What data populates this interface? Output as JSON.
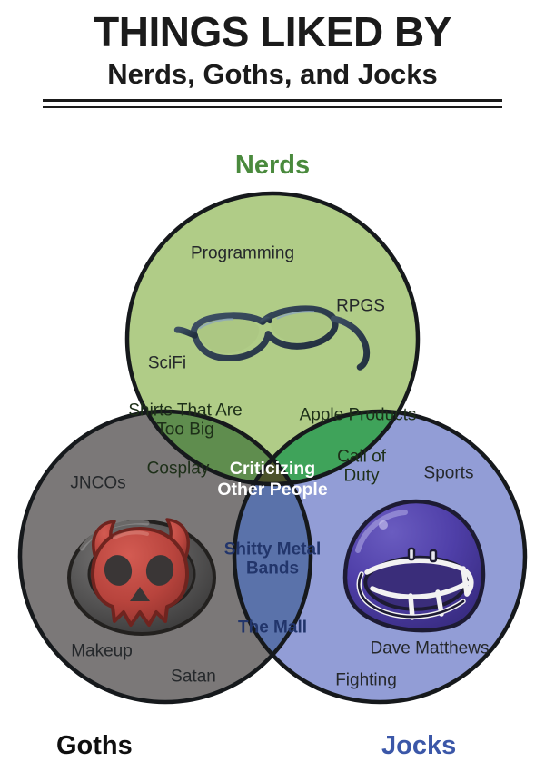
{
  "header": {
    "title_main": "THINGS LIKED BY",
    "title_sub": "Nerds, Goths, and Jocks"
  },
  "colors": {
    "nerds_fill": "#b0cc87",
    "goths_fill": "#7b7878",
    "jocks_fill": "#929dd6",
    "nerds_goths_fill": "#5f8d4e",
    "nerds_jocks_fill": "#3fa35a",
    "goths_jocks_fill": "#5a72aa",
    "center_fill": "#4b512b",
    "outline": "#16191c",
    "nerds_title": "#4a8a3d",
    "goths_title": "#0f0f0f",
    "jocks_title": "#3b57a8"
  },
  "venn": {
    "circles": [
      {
        "key": "nerds",
        "title": "Nerds"
      },
      {
        "key": "goths",
        "title": "Goths"
      },
      {
        "key": "jocks",
        "title": "Jocks"
      }
    ],
    "regions": {
      "nerds_only": {
        "name": "Nerds",
        "items": [
          "Programming",
          "RPGS",
          "SciFi"
        ]
      },
      "goths_only": {
        "name": "Goths",
        "items": [
          "JNCOs",
          "Makeup",
          "Satan"
        ]
      },
      "jocks_only": {
        "name": "Jocks",
        "items": [
          "Sports",
          "Dave Matthews",
          "Fighting"
        ]
      },
      "nerds_goths": {
        "name": "Nerds and Goths",
        "items": [
          "Shirts That Are Too Big",
          "Cosplay"
        ]
      },
      "nerds_jocks": {
        "name": "Nerds and Jocks",
        "items": [
          "Apple Products",
          "Call of Duty"
        ]
      },
      "goths_jocks": {
        "name": "Goths and Jocks",
        "items": [
          "Shitty Metal Bands",
          "The Mall"
        ]
      },
      "all_three": {
        "name": "Nerds, Goths and Jocks",
        "items": [
          "Criticizing Other People"
        ]
      }
    },
    "labels": {
      "programming": "Programming",
      "rpgs": "RPGS",
      "scifi": "SciFi",
      "shirts_line1": "Shirts That Are",
      "shirts_line2": "Too Big",
      "cosplay": "Cosplay",
      "apple_products": "Apple Products",
      "call_of_line1": "Call of",
      "call_of_line2": "Duty",
      "criticizing_line1": "Criticizing",
      "criticizing_line2": "Other People",
      "jncos": "JNCOs",
      "makeup": "Makeup",
      "satan": "Satan",
      "sports": "Sports",
      "dave_matthews": "Dave Matthews",
      "fighting": "Fighting",
      "metal_line1": "Shitty Metal",
      "metal_line2": "Bands",
      "the_mall": "The Mall"
    },
    "illustrations": [
      {
        "name": "eyeglasses-illustration",
        "region": "nerds_only"
      },
      {
        "name": "devil-skull-ring-illustration",
        "region": "goths_only"
      },
      {
        "name": "football-helmet-illustration",
        "region": "jocks_only"
      }
    ]
  }
}
